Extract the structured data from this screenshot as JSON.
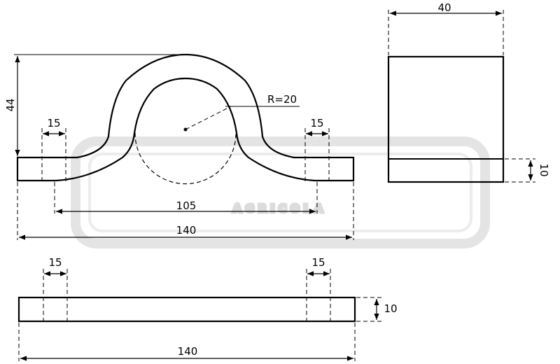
{
  "watermark": {
    "text": "AGRICOLA",
    "color": "#e4e4e4"
  },
  "colors": {
    "line": "#000000",
    "background": "#ffffff"
  },
  "front_view": {
    "height_dim": "44",
    "radius_label": "R=20",
    "hole_left_width": "15",
    "hole_right_width": "15",
    "hole_spacing": "105",
    "overall_length": "140"
  },
  "side_view": {
    "width_dim": "40",
    "thickness_dim": "10"
  },
  "top_view": {
    "hole_left_width": "15",
    "hole_right_width": "15",
    "thickness_dim": "10",
    "overall_length": "140"
  }
}
